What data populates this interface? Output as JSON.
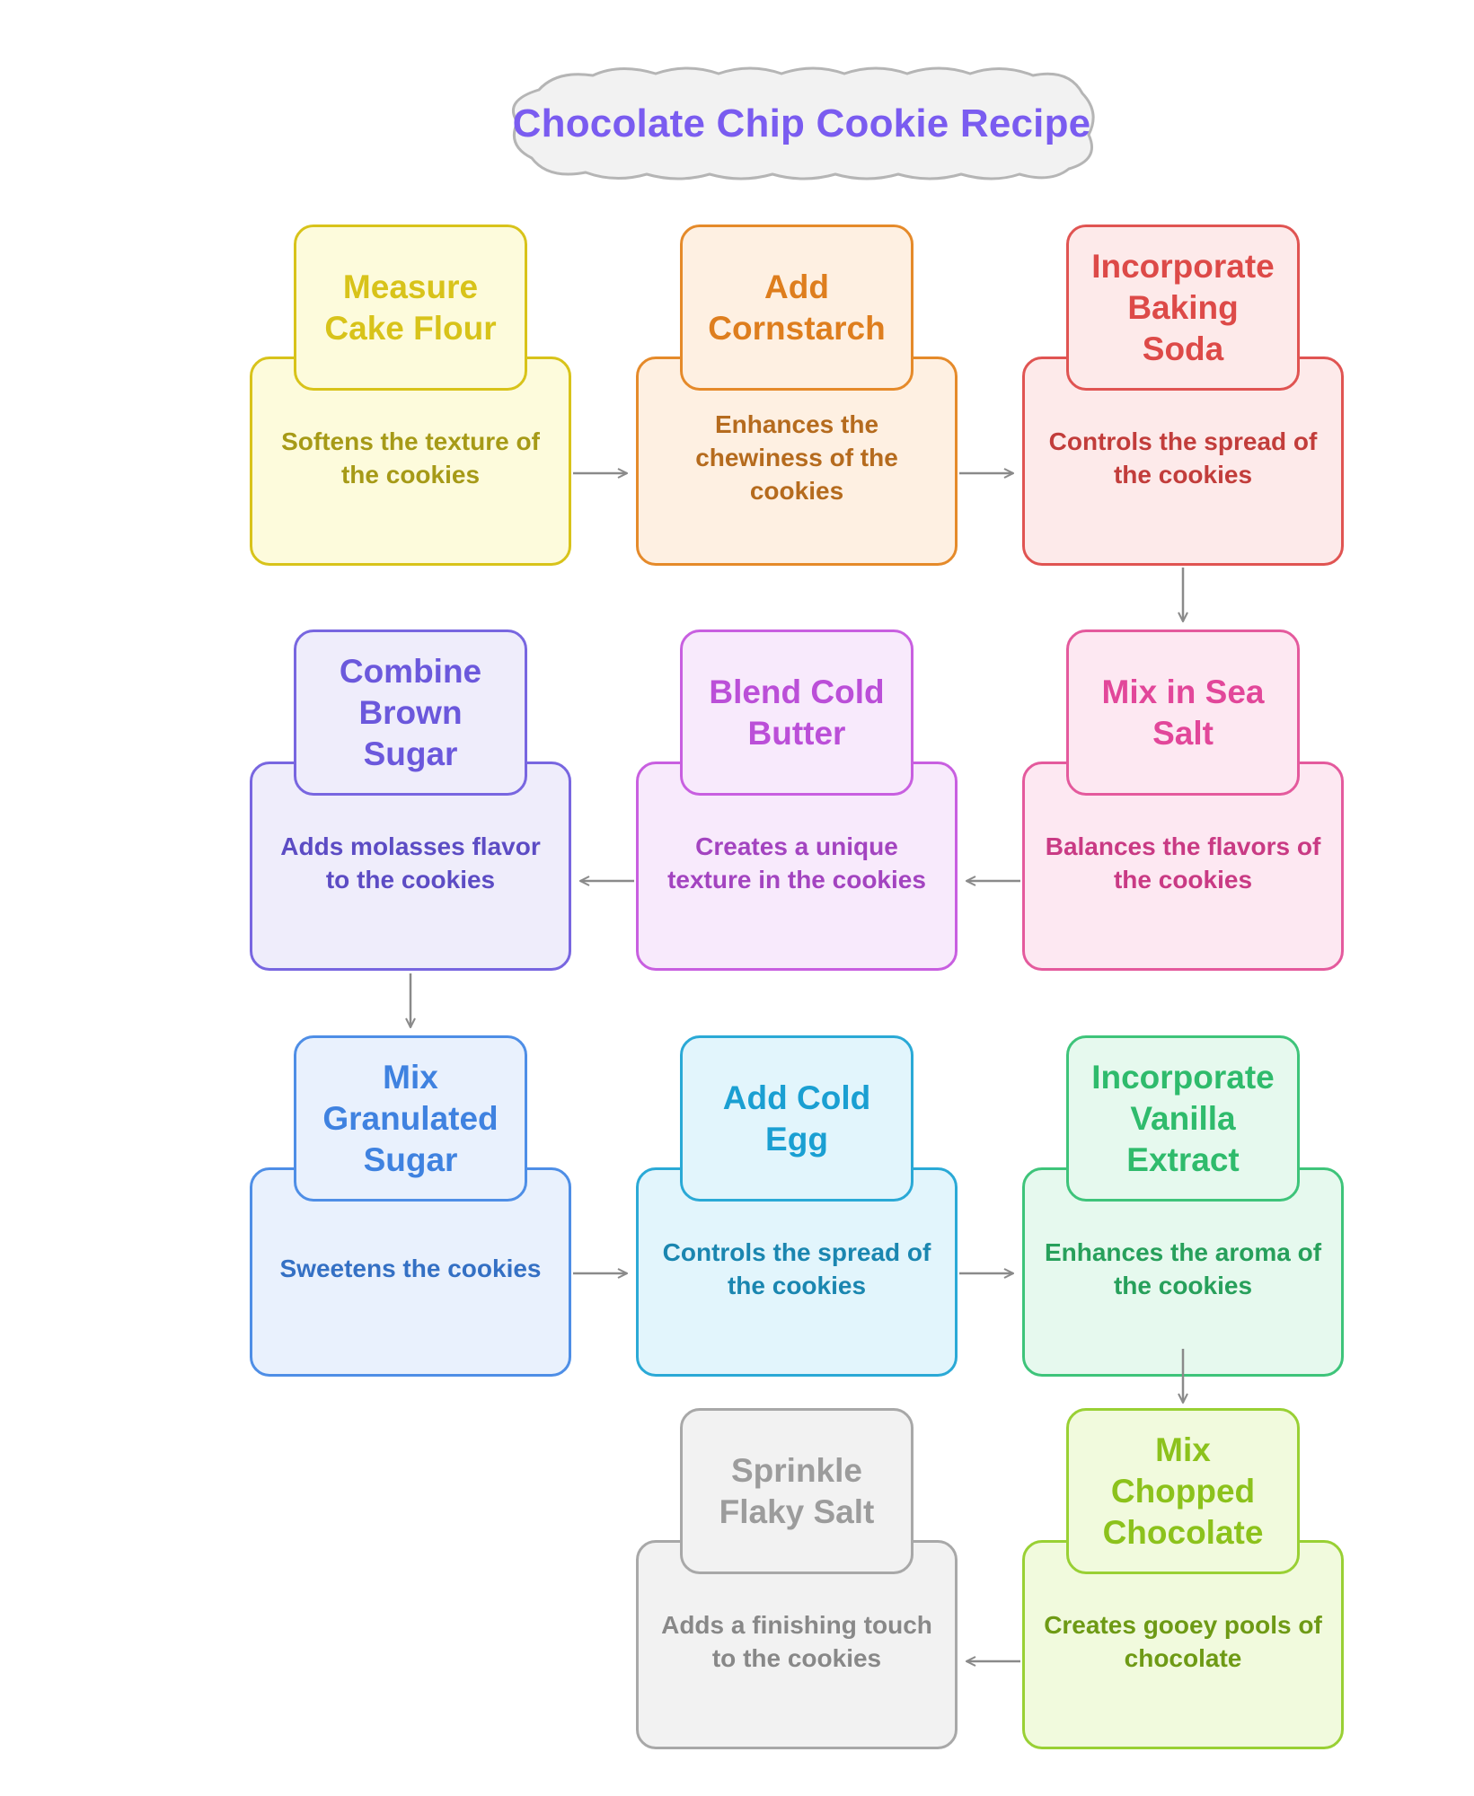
{
  "title": "Chocolate Chip Cookie Recipe",
  "steps": [
    {
      "title": "Measure Cake Flour",
      "desc": "Softens the texture of the cookies",
      "color": "#d8c31a",
      "fill": "#fdfbdc",
      "text": "#d8c31a",
      "desc_text": "#a69a17"
    },
    {
      "title": "Add Cornstarch",
      "desc": "Enhances the chewiness of the cookies",
      "color": "#e58a2a",
      "fill": "#fef0e2",
      "text": "#de7e1e",
      "desc_text": "#b56b1e"
    },
    {
      "title": "Incorporate Baking Soda",
      "desc": "Controls the spread of the cookies",
      "color": "#e05452",
      "fill": "#fdeaea",
      "text": "#dd4a48",
      "desc_text": "#c23d3b"
    },
    {
      "title": "Mix in Sea Salt",
      "desc": "Balances the flavors of the cookies",
      "color": "#e45a9d",
      "fill": "#fde8f2",
      "text": "#e2479a",
      "desc_text": "#c93a84"
    },
    {
      "title": "Blend Cold Butter",
      "desc": "Creates a unique texture in the cookies",
      "color": "#c85fe0",
      "fill": "#f8eafc",
      "text": "#bb4fd8",
      "desc_text": "#a344c0"
    },
    {
      "title": "Combine Brown Sugar",
      "desc": "Adds molasses flavor to the cookies",
      "color": "#7866e0",
      "fill": "#efedfb",
      "text": "#6b58dc",
      "desc_text": "#5c4cc4"
    },
    {
      "title": "Mix Granulated Sugar",
      "desc": "Sweetens the cookies",
      "color": "#4e8ee6",
      "fill": "#e9f1fd",
      "text": "#3f82e0",
      "desc_text": "#3470c4"
    },
    {
      "title": "Add Cold Egg",
      "desc": "Controls the spread of the cookies",
      "color": "#2aa9d6",
      "fill": "#e2f5fc",
      "text": "#1a9fd2",
      "desc_text": "#1a86b0"
    },
    {
      "title": "Incorporate Vanilla Extract",
      "desc": "Enhances the aroma of the cookies",
      "color": "#3ec47a",
      "fill": "#e6f9ee",
      "text": "#2fbb6c",
      "desc_text": "#27a05b"
    },
    {
      "title": "Mix Chopped Chocolate",
      "desc": "Creates gooey pools of chocolate",
      "color": "#99d034",
      "fill": "#f1fadd",
      "text": "#8cc21c",
      "desc_text": "#6e9a15"
    },
    {
      "title": "Sprinkle Flaky Salt",
      "desc": "Adds a finishing touch to the cookies",
      "color": "#a8a8a8",
      "fill": "#f2f2f2",
      "text": "#9c9c9c",
      "desc_text": "#888888"
    }
  ]
}
